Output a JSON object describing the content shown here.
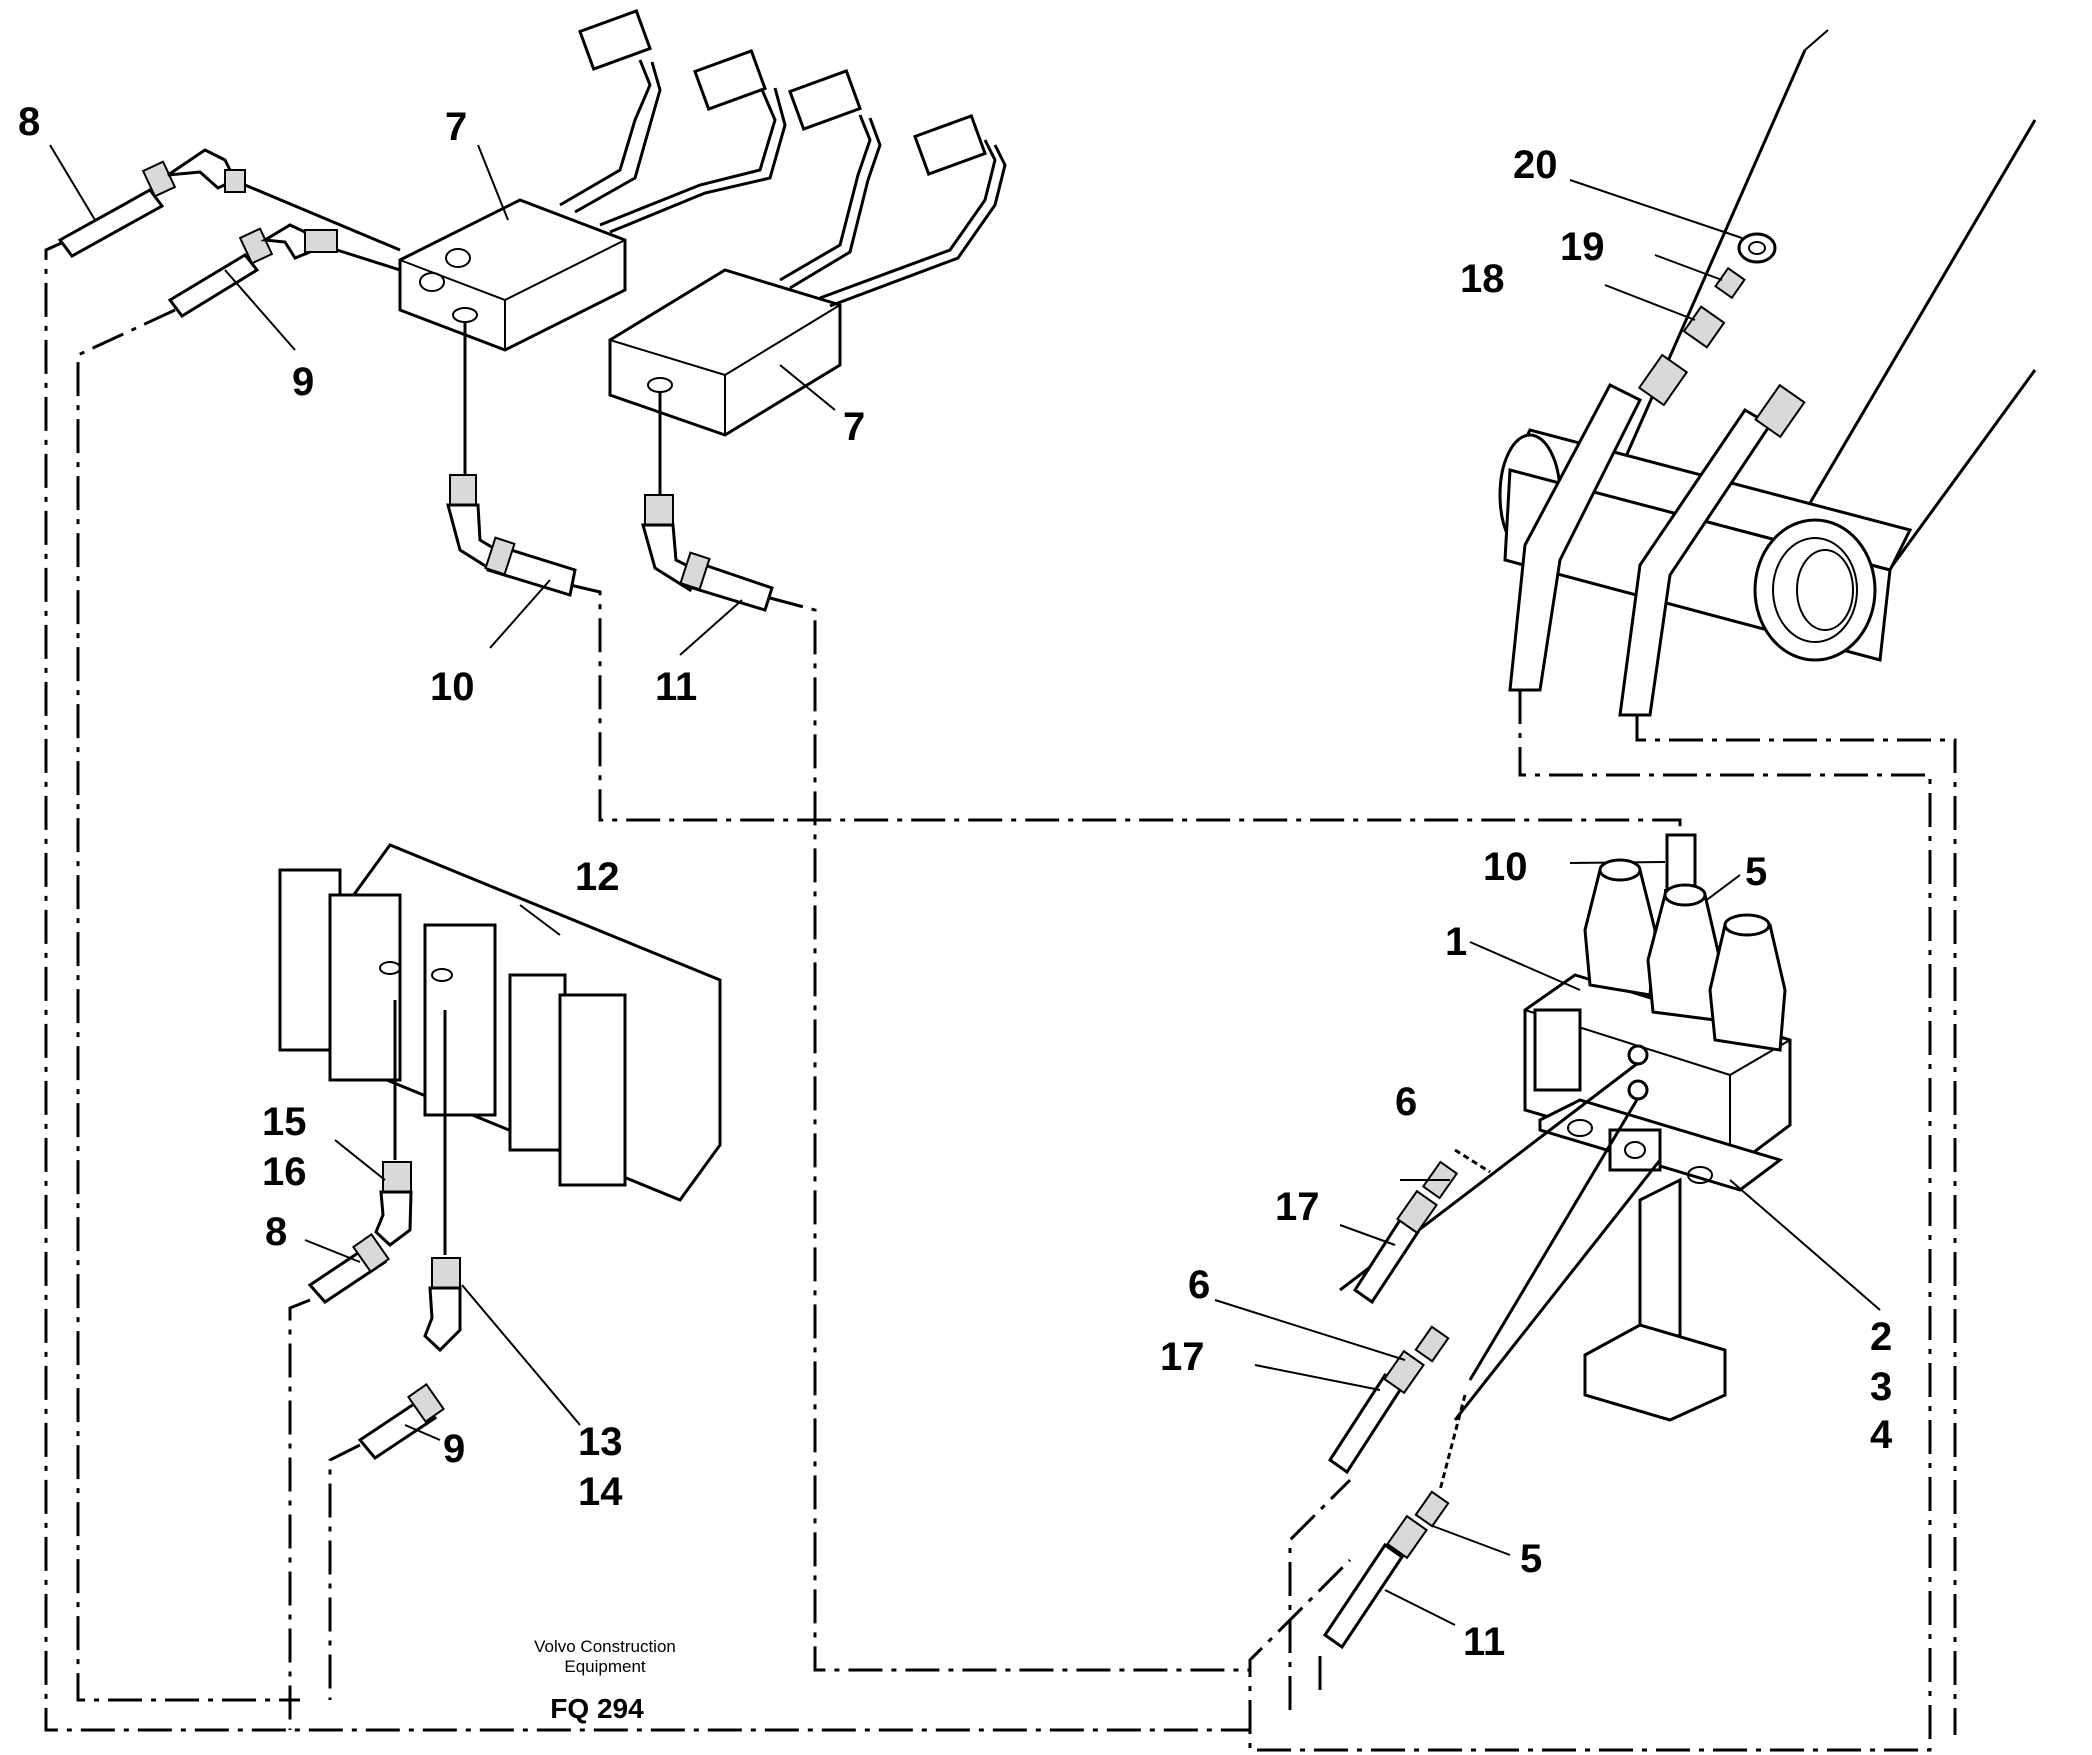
{
  "callouts": {
    "c8_top": "8",
    "c9_top": "9",
    "c7_left": "7",
    "c7_right": "7",
    "c10_top": "10",
    "c11_top": "11",
    "c12": "12",
    "c15": "15",
    "c16": "16",
    "c8_bottom": "8",
    "c9_bottom": "9",
    "c13": "13",
    "c14": "14",
    "c20": "20",
    "c19": "19",
    "c18": "18",
    "c10_right": "10",
    "c5_top": "5",
    "c1": "1",
    "c6_top": "6",
    "c17_top": "17",
    "c6_bottom": "6",
    "c17_bottom": "17",
    "c2": "2",
    "c3": "3",
    "c4": "4",
    "c5_bottom": "5",
    "c11_bottom": "11"
  },
  "footer": {
    "maker_line1": "Volvo Construction",
    "maker_line2": "Equipment",
    "code": "FQ 294"
  }
}
